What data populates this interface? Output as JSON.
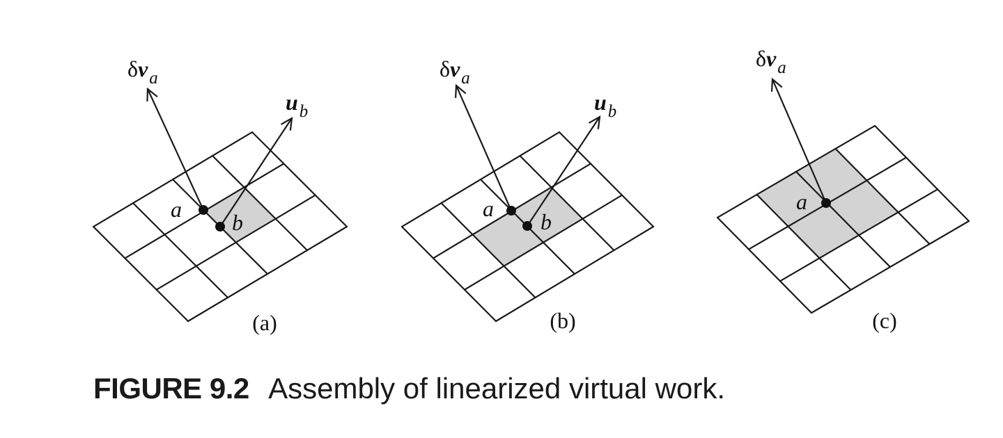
{
  "panels": [
    {
      "id": "a",
      "label": "(a)",
      "nodes": [
        "a",
        "b"
      ],
      "shaded_cells": 1,
      "vectors": [
        {
          "symbol": "v",
          "prefix": "δ",
          "subscript": "a",
          "attached_to": "a"
        },
        {
          "symbol": "u",
          "prefix": "",
          "subscript": "b",
          "attached_to": "b"
        }
      ]
    },
    {
      "id": "b",
      "label": "(b)",
      "nodes": [
        "a",
        "b"
      ],
      "shaded_cells": 2,
      "vectors": [
        {
          "symbol": "v",
          "prefix": "δ",
          "subscript": "a",
          "attached_to": "a"
        },
        {
          "symbol": "u",
          "prefix": "",
          "subscript": "b",
          "attached_to": "b"
        }
      ]
    },
    {
      "id": "c",
      "label": "(c)",
      "nodes": [
        "a"
      ],
      "shaded_cells": 4,
      "vectors": [
        {
          "symbol": "v",
          "prefix": "δ",
          "subscript": "a",
          "attached_to": "a"
        }
      ]
    }
  ],
  "caption": {
    "number": "FIGURE 9.2",
    "text": "Assembly of linearized virtual work."
  }
}
